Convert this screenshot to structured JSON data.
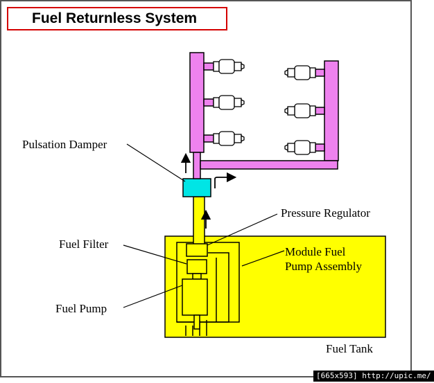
{
  "title": "Fuel Returnless System",
  "labels": {
    "pulsation_damper": "Pulsation Damper",
    "pressure_regulator": "Pressure Regulator",
    "fuel_filter": "Fuel Filter",
    "module_fuel_pump_assembly_line1": "Module Fuel",
    "module_fuel_pump_assembly_line2": "Pump Assembly",
    "fuel_pump": "Fuel Pump",
    "fuel_tank": "Fuel Tank"
  },
  "watermark": "[665x593] http://upic.me/",
  "colors": {
    "title_border": "#d40000",
    "fuel_rail": "#ee82ee",
    "pulsation_damper": "#00e5e5",
    "fuel_tank": "#ffff00",
    "outline": "#000000"
  }
}
